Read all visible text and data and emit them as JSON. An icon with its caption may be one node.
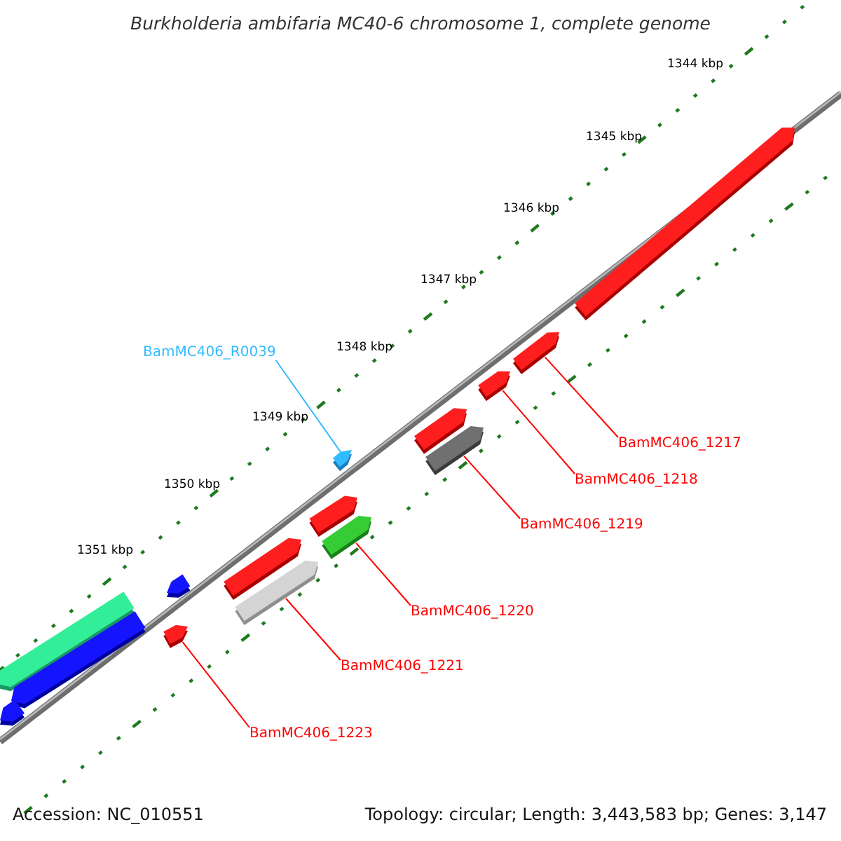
{
  "diagram": {
    "title": "Burkholderia ambifaria MC40-6 chromosome 1, complete genome",
    "nodes": [
      {
        "text": [
          "BamMC406_R0039"
        ]
      },
      {
        "text": [],
        "shape": "arrow"
      },
      {
        "text": [
          "BamMC406_1217"
        ]
      },
      {
        "text": [],
        "shape": "arrow"
      },
      {
        "text": [
          "BamMC406_1218"
        ]
      },
      {
        "text": [],
        "shape": "arrow"
      },
      {
        "text": [
          "BamMC406_1219"
        ]
      },
      {
        "text": [],
        "shape": "arrow"
      },
      {
        "text": [
          "BamMC406_1220"
        ]
      },
      {
        "text": [],
        "shape": "arrow"
      },
      {
        "text": [
          "BamMC406_1221"
        ]
      },
      {
        "text": [],
        "shape": "arrow"
      },
      {
        "text": [
          "BamMC406_1223"
        ]
      },
      {
        "text": [],
        "shape": "arrow"
      }
    ],
    "edges": [
      {
        "from": 0,
        "to": 1,
        "arrow": "none",
        "color": "#33bbff"
      },
      {
        "from": 2,
        "to": 3,
        "arrow": "none"
      },
      {
        "from": 4,
        "to": 5,
        "arrow": "none"
      },
      {
        "from": 6,
        "to": 7,
        "arrow": "none"
      },
      {
        "from": 8,
        "to": 9,
        "arrow": "none"
      },
      {
        "from": 10,
        "to": 11,
        "arrow": "none"
      },
      {
        "from": 12,
        "to": 13,
        "arrow": "none"
      }
    ],
    "labels": [
      "1344 kbp",
      "1345 kbp",
      "1346 kbp",
      "1347 kbp",
      "1348 kbp",
      "1349 kbp",
      "1350 kbp",
      "1351 kbp",
      "Accession: NC_010551",
      "Topology: circular; Length: 3,443,583 bp; Genes: 3,147"
    ]
  }
}
